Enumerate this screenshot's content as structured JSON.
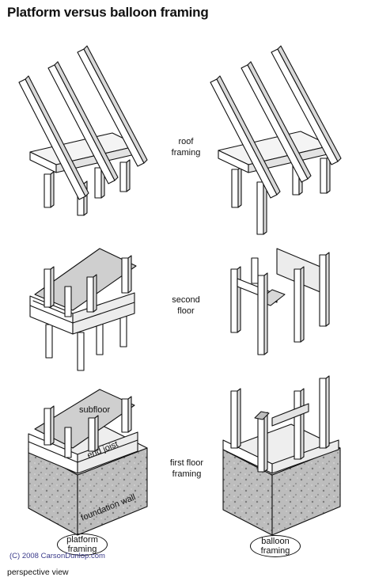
{
  "title": "Platform versus balloon framing",
  "stages": [
    {
      "label_line1": "roof",
      "label_line2": "framing"
    },
    {
      "label_line1": "second",
      "label_line2": "floor"
    },
    {
      "label_line1": "first floor",
      "label_line2": "framing"
    }
  ],
  "parts": {
    "subfloor": "subfloor",
    "end_joist": "end joist",
    "foundation_wall": "foundation wall"
  },
  "methods": {
    "platform_line1": "platform",
    "platform_line2": "framing",
    "balloon_line1": "balloon",
    "balloon_line2": "framing"
  },
  "copyright": "(C) 2008 CarsonDunlop.com",
  "caption": "perspective view"
}
